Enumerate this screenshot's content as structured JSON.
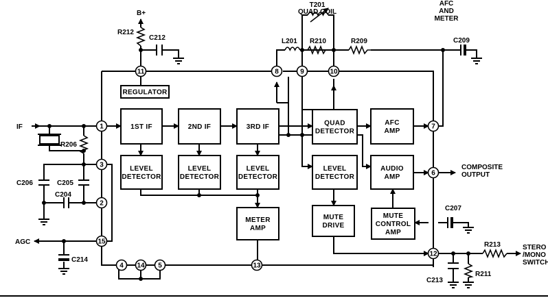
{
  "blocks": {
    "if1": [
      "1ST IF"
    ],
    "if2": [
      "2ND IF"
    ],
    "if3": [
      "3RD IF"
    ],
    "level1": [
      "LEVEL",
      "DETECTOR"
    ],
    "level2": [
      "LEVEL",
      "DETECTOR"
    ],
    "level3": [
      "LEVEL",
      "DETECTOR"
    ],
    "level4": [
      "LEVEL",
      "DETECTOR"
    ],
    "quad": [
      "QUAD",
      "DETECTOR"
    ],
    "afc": [
      "AFC",
      "AMP"
    ],
    "audio": [
      "AUDIO",
      "AMP"
    ],
    "meter": [
      "METER",
      "AMP"
    ],
    "mute_drive": [
      "MUTE",
      "DRIVE"
    ],
    "mute_ctrl": [
      "MUTE",
      "CONTROL",
      "AMP"
    ],
    "regulator": [
      "REGULATOR"
    ]
  },
  "pins": [
    "1",
    "2",
    "3",
    "4",
    "5",
    "6",
    "7",
    "8",
    "9",
    "10",
    "11",
    "12",
    "13",
    "14",
    "15"
  ],
  "components": {
    "r206": "R206",
    "r209": "R209",
    "r210": "R210",
    "r211": "R211",
    "r212": "R212",
    "r213": "R213",
    "c204": "C204",
    "c205": "C205",
    "c206": "C206",
    "c207": "C207",
    "c209": "C209",
    "c212": "C212",
    "c213": "C213",
    "c214": "C214",
    "l201": "L201"
  },
  "labels": {
    "t201": [
      "T201",
      "QUAD COIL"
    ],
    "bplus": "B+",
    "if_in": "IF",
    "agc": "AGC",
    "afc_meter": [
      "AFC",
      "AND",
      "METER"
    ],
    "composite": [
      "COMPOSITE",
      "OUTPUT"
    ],
    "stereo": [
      "STERO",
      "/MONO",
      "SWITCH"
    ]
  }
}
